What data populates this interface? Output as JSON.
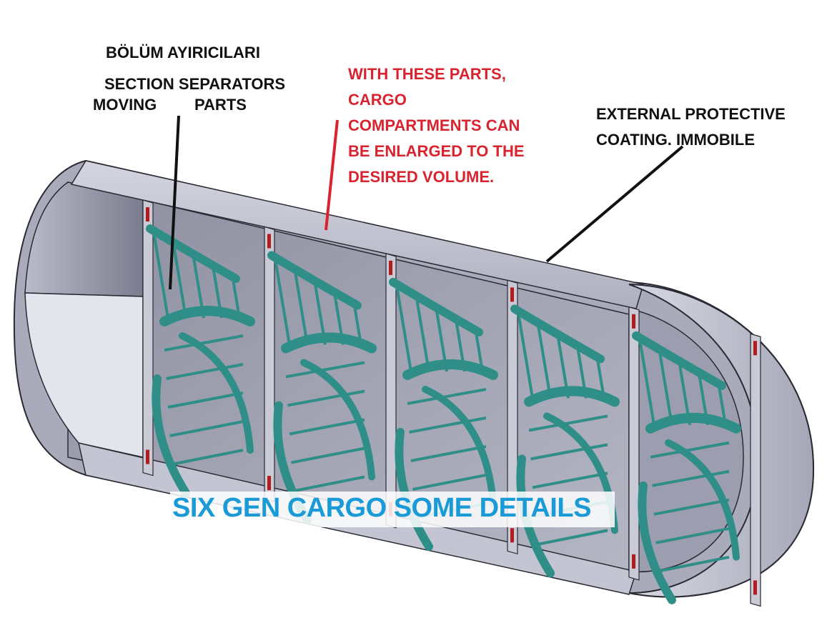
{
  "labels": {
    "bolum": "BÖLÜM AYIRICILARI",
    "section_separators": "SECTION SEPARATORS",
    "moving": "MOVING",
    "parts": "PARTS",
    "note_lines": [
      "WITH THESE PARTS,",
      "CARGO",
      "COMPARTMENTS CAN",
      "BE ENLARGED TO THE",
      "DESIRED VOLUME."
    ],
    "external_lines": [
      "EXTERNAL PROTECTIVE",
      "COATING. IMMOBILE"
    ],
    "title": "SIX GEN CARGO SOME DETAILS"
  },
  "colors": {
    "label_text": "#111111",
    "note_text": "#d9232e",
    "title_text": "#1a9ad6",
    "hull_light": "#c9cad6",
    "hull_mid": "#9d9fb0",
    "hull_dark": "#6f7183",
    "separator_teal": "#2f8f88",
    "accent_red": "#b31c1c"
  },
  "diagram": {
    "compartment_count": 5
  }
}
